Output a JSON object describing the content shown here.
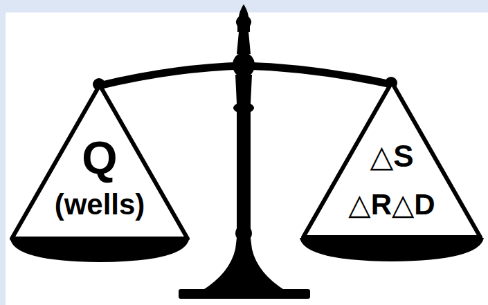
{
  "diagram": {
    "nodes": [
      {
        "text": [
          "Q",
          "(wells)"
        ]
      },
      {
        "text": [
          "△S",
          "△R△D"
        ]
      }
    ]
  }
}
